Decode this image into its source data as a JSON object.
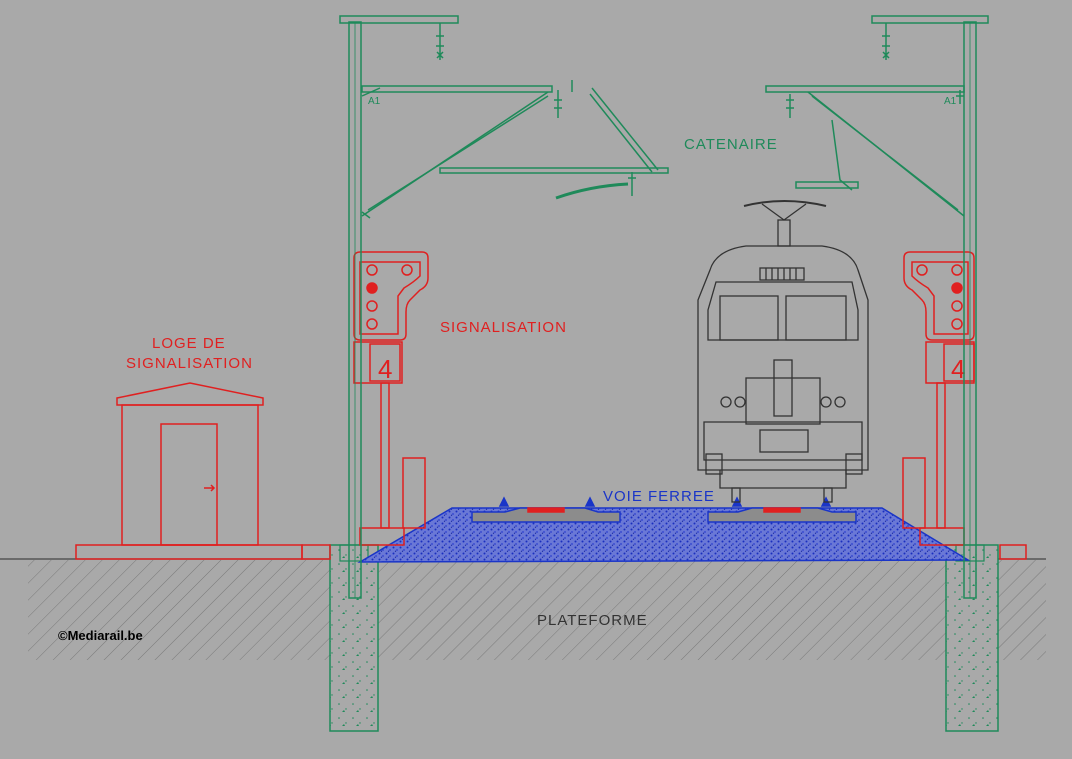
{
  "labels": {
    "catenaire": "CATENAIRE",
    "signalisation": "SIGNALISATION",
    "loge_line1": "LOGE DE",
    "loge_line2": "SIGNALISATION",
    "voie_ferree": "VOIE FERREE",
    "plateforme": "PLATEFORME",
    "copyright": "©Mediarail.be",
    "signal_number": "4",
    "mast_tag": "A1"
  },
  "colors": {
    "background": "#a9a9a9",
    "catenary": "#1f8a5a",
    "signal": "#e02020",
    "track": "#1a35c8",
    "ballast": "#2a3fcf",
    "ground_hatch": "#6f6f6f",
    "train": "#333333",
    "foundation_dots": "#1f8a5a"
  }
}
